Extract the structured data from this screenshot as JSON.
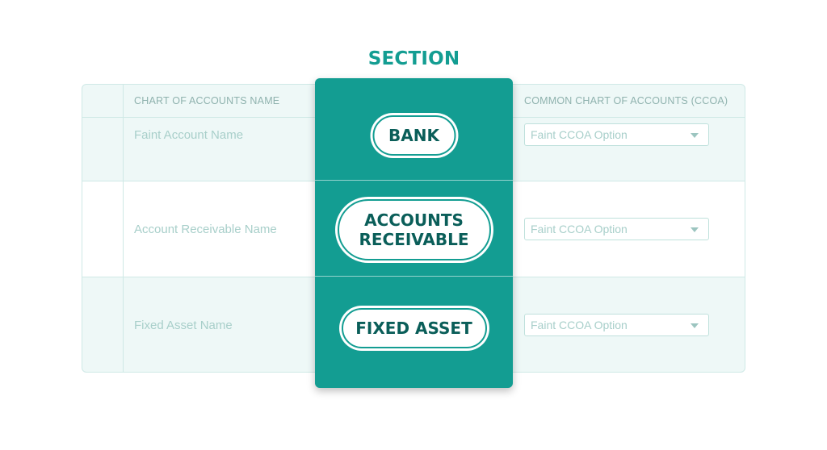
{
  "section": {
    "title": "SECTION",
    "pills": [
      {
        "label": "BANK"
      },
      {
        "label_line1": "ACCOUNTS",
        "label_line2": "RECEIVABLE"
      },
      {
        "label": "FIXED ASSET"
      }
    ]
  },
  "table": {
    "headers": {
      "name": "CHART OF ACCOUNTS NAME",
      "ccoa": "COMMON CHART OF ACCOUNTS (CCOA)"
    },
    "rows": [
      {
        "name": "Faint Account Name",
        "ccoa": "Faint CCOA Option"
      },
      {
        "name": "Account Receivable Name",
        "ccoa": "Faint CCOA Option"
      },
      {
        "name": "Fixed Asset Name",
        "ccoa": "Faint CCOA Option"
      }
    ]
  },
  "colors": {
    "accent": "#139d92",
    "pill_text": "#0a5e59",
    "faint_text": "#a8cfca"
  }
}
